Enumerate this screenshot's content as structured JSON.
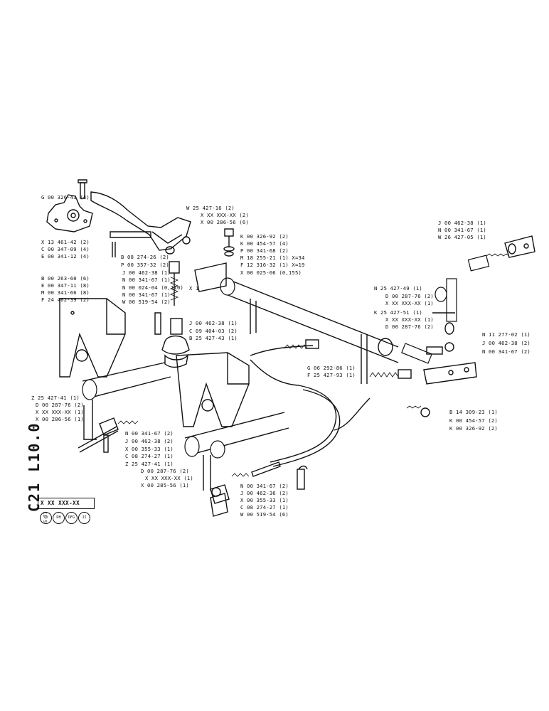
{
  "sheet": {
    "code": "C21 L10.0",
    "reference": "X XX XXX-XX",
    "date": "5-77",
    "variants": [
      "VV",
      "DH",
      "DFG",
      "JI"
    ]
  },
  "labels": {
    "l1": "G 00 326-43 (4)",
    "l2": "W 25 427-16 (2)",
    "l3": "X XX XXX-XX (2)",
    "l4": "X 00 286-56 (6)",
    "l5": "X 13 461-42 (2)",
    "l6": "C 00 347-09 (4)",
    "l7": "E 00 341-12 (4)",
    "l8": "B 08 274-26 (2)",
    "l9": "P 00 357-32 (2)",
    "l10": "K 00 326-92 (2)",
    "l11": "K 00 454-57 (4)",
    "l12": "P 00 341-68 (2)",
    "l13": "M 18 255-21 (1) X=34",
    "l14": "F 12 316-32 (1) X=19",
    "l15": "X 00 025-06 (0,155)",
    "l16": "J 00 462-38 (1)",
    "l17": "N 00 341-67 (1)",
    "l18": "N 00 024-04 (0,110)",
    "l19": "N 00 341-67 (1)",
    "l20": "W 00 519-54 (2)",
    "l21": "B 00 263-60 (6)",
    "l22": "E 00 347-11 (8)",
    "l23": "M 00 341-66 (8)",
    "l24": "F 24 462-39 (2)",
    "l25": "J 00 462-38 (1)",
    "l26": "C 09 404-03 (2)",
    "l27": "B 25 427-43 (1)",
    "l28": "J 00 462-38 (1)",
    "l29": "N 00 341-67 (1)",
    "l30": "W 26 427-05 (1)",
    "l31": "N 25 427-49 (1)",
    "l32": "D 00 287-76 (2)",
    "l33": "X XX XXX-XX (1)",
    "l34": "K 25 427-51 (1)",
    "l35": "X XX XXX-XX (1)",
    "l36": "D 00 287-76 (2)",
    "l37": "N 11 277-02 (1)",
    "l38": "J 00 462-38 (2)",
    "l39": "N 00 341-67 (2)",
    "l40": "G 06 292-86 (1)",
    "l41": "F 25 427-93 (1)",
    "l42": "Z 25 427-41 (1)",
    "l43": "D 00 287-76 (2)",
    "l44": "X XX XXX-XX (1)",
    "l45": "X 00 286-56 (1)",
    "l46": "B 14 309-23 (1)",
    "l47": "K 00 454-57 (2)",
    "l48": "K 00 326-92 (2)",
    "l49": "N 00 341-67 (2)",
    "l50": "J 00 462-38 (2)",
    "l51": "X 00 355-33 (1)",
    "l52": "C 08 274-27 (1)",
    "l53": "Z 25 427-41 (1)",
    "l54": "D 00 287-76 (2)",
    "l55": "X XX XXX-XX (1)",
    "l56": "X 00 285-56 (1)",
    "l57": "N 00 341-67 (2)",
    "l58": "J 00 462-36 (2)",
    "l59": "X 00 355-33 (1)",
    "l60": "C 08 274-27 (1)",
    "l61": "W 00 519-54 (6)",
    "l62": "X 1"
  }
}
